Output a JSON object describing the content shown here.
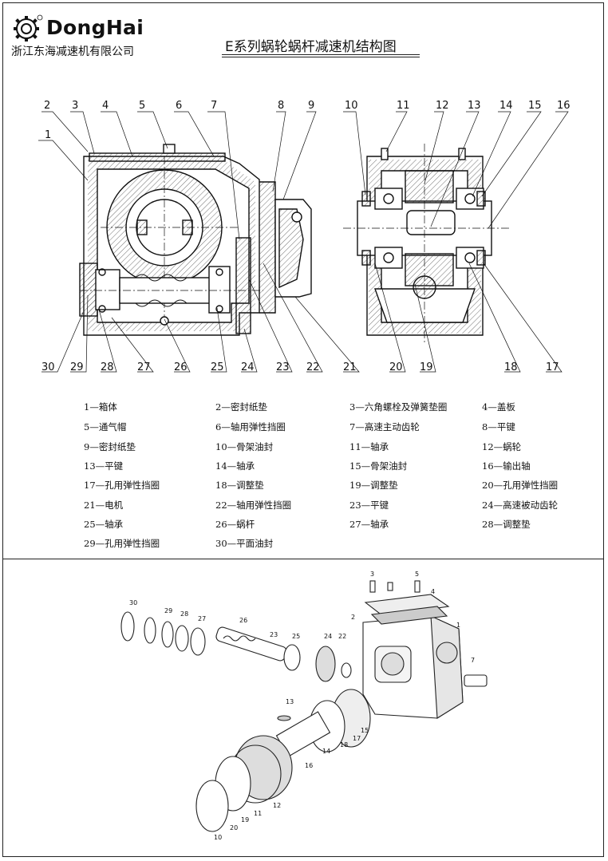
{
  "brand": {
    "name": "DongHai",
    "company": "浙江东海减速机有限公司",
    "logo_icon": "gear-logo-icon"
  },
  "title": "E系列蜗轮蜗杆减速机结构图",
  "callouts_top": [
    "2",
    "3",
    "4",
    "5",
    "6",
    "7",
    "8",
    "9",
    "10",
    "11",
    "12",
    "13",
    "14",
    "15",
    "16"
  ],
  "callout_left": "1",
  "callouts_bottom": [
    "30",
    "29",
    "28",
    "27",
    "26",
    "25",
    "24",
    "23",
    "22",
    "21",
    "20",
    "19",
    "18",
    "17"
  ],
  "parts": [
    "1—箱体",
    "2—密封纸垫",
    "3—六角螺栓及弹簧垫圈",
    "4—盖板",
    "5—通气帽",
    "6—轴用弹性挡圈",
    "7—高速主动齿轮",
    "8—平键",
    "9—密封纸垫",
    "10—骨架油封",
    "11—轴承",
    "12—蜗轮",
    "13—平键",
    "14—轴承",
    "15—骨架油封",
    "16—输出轴",
    "17—孔用弹性挡圈",
    "18—调整垫",
    "19—调整垫",
    "20—孔用弹性挡圈",
    "21—电机",
    "22—轴用弹性挡圈",
    "23—平键",
    "24—高速被动齿轮",
    "25—轴承",
    "26—蜗杆",
    "27—轴承",
    "28—调整垫",
    "29—孔用弹性挡圈",
    "30—平面油封"
  ],
  "exploded_labels": [
    "1",
    "2",
    "3",
    "4",
    "5",
    "7",
    "10",
    "11",
    "12",
    "13",
    "14",
    "15",
    "16",
    "17",
    "18",
    "19",
    "20",
    "22",
    "23",
    "24",
    "25",
    "26",
    "27",
    "28",
    "29",
    "30"
  ]
}
